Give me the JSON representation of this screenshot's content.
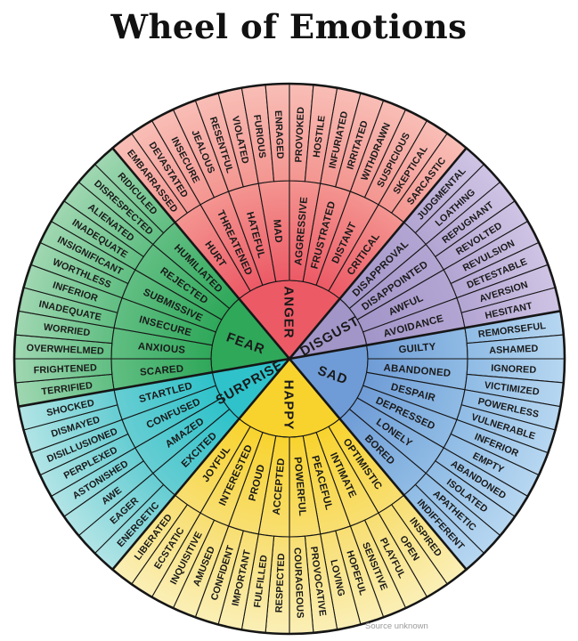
{
  "page": {
    "title": "Wheel of Emotions",
    "source_note": "Source unknown",
    "background_color": "#ffffff",
    "text_color": "#1a1a1a",
    "line_color": "#161616"
  },
  "wheel": {
    "sections": [
      {
        "name": "ANGER",
        "colors": {
          "core": "#ec5a66",
          "mid": "#f49792",
          "rim": "#f8beb6"
        },
        "middle": [
          "HURT",
          "THREATENED",
          "HATEFUL",
          "MAD",
          "AGGRESSIVE",
          "FRUSTRATED",
          "DISTANT",
          "CRITICAL"
        ],
        "outer": [
          "EMBARRASSED",
          "DEVASTATED",
          "INSECURE",
          "JEALOUS",
          "RESENTFUL",
          "VIOLATED",
          "FURIOUS",
          "ENRAGED",
          "PROVOKED",
          "HOSTILE",
          "INFURIATED",
          "IRRITATED",
          "WITHDRAWN",
          "SUSPICIOUS",
          "SKEPTICAL",
          "SARCASTIC"
        ]
      },
      {
        "name": "DISGUST",
        "colors": {
          "core": "#a295c8",
          "mid": "#b4a6d3",
          "rim": "#cfc4e4"
        },
        "middle": [
          "DISAPPROVAL",
          "DISAPPOINTED",
          "AWFUL",
          "AVOIDANCE"
        ],
        "outer": [
          "JUDGMENTAL",
          "LOATHING",
          "REPUGNANT",
          "REVOLTED",
          "REVULSION",
          "DETESTABLE",
          "AVERSION",
          "HESITANT"
        ]
      },
      {
        "name": "SAD",
        "colors": {
          "core": "#6f9cd6",
          "mid": "#90bce5",
          "rim": "#b7d7f1"
        },
        "middle": [
          "GUILTY",
          "ABANDONED",
          "DESPAIR",
          "DEPRESSED",
          "LONELY",
          "BORED"
        ],
        "outer": [
          "REMORSEFUL",
          "ASHAMED",
          "IGNORED",
          "VICTIMIZED",
          "POWERLESS",
          "VULNERABLE",
          "INFERIOR",
          "EMPTY",
          "ABANDONED",
          "ISOLATED",
          "APATHETIC",
          "INDIFFERENT"
        ]
      },
      {
        "name": "HAPPY",
        "colors": {
          "core": "#f8d32e",
          "mid": "#f8df74",
          "rim": "#faefb6"
        },
        "middle": [
          "OPTIMISTIC",
          "INTIMATE",
          "PEACEFUL",
          "POWERFUL",
          "ACCEPTED",
          "PROUD",
          "INTERESTED",
          "JOYFUL"
        ],
        "outer": [
          "INSPIRED",
          "OPEN",
          "PLAYFUL",
          "SENSITIVE",
          "HOPEFUL",
          "LOVING",
          "PROVOCATIVE",
          "COURAGEOUS",
          "RESPECTED",
          "FULFILLED",
          "IMPORTANT",
          "CONFIDENT",
          "AMUSED",
          "INQUISITIVE",
          "ECSTATIC",
          "LIBERATED"
        ]
      },
      {
        "name": "SURPRISE",
        "colors": {
          "core": "#2fc2ca",
          "mid": "#68ced3",
          "rim": "#b2e4e6"
        },
        "middle": [
          "EXCITED",
          "AMAZED",
          "CONFUSED",
          "STARTLED"
        ],
        "outer": [
          "ENERGETIC",
          "EAGER",
          "AWE",
          "ASTONISHED",
          "PERPLEXED",
          "DISILLUSIONED",
          "DISMAYED",
          "SHOCKED"
        ]
      },
      {
        "name": "FEAR",
        "colors": {
          "core": "#2fa85a",
          "mid": "#63bf84",
          "rim": "#a0d7b2"
        },
        "middle": [
          "SCARED",
          "ANXIOUS",
          "INSECURE",
          "SUBMISSIVE",
          "REJECTED",
          "HUMILIATED"
        ],
        "outer": [
          "TERRIFIED",
          "FRIGHTENED",
          "OVERWHELMED",
          "WORRIED",
          "INADEQUATE",
          "INFERIOR",
          "WORTHLESS",
          "INSIGNIFICANT",
          "INADEQUATE",
          "ALIENATED",
          "DISRESPECTED",
          "RIDICULED"
        ]
      }
    ]
  }
}
